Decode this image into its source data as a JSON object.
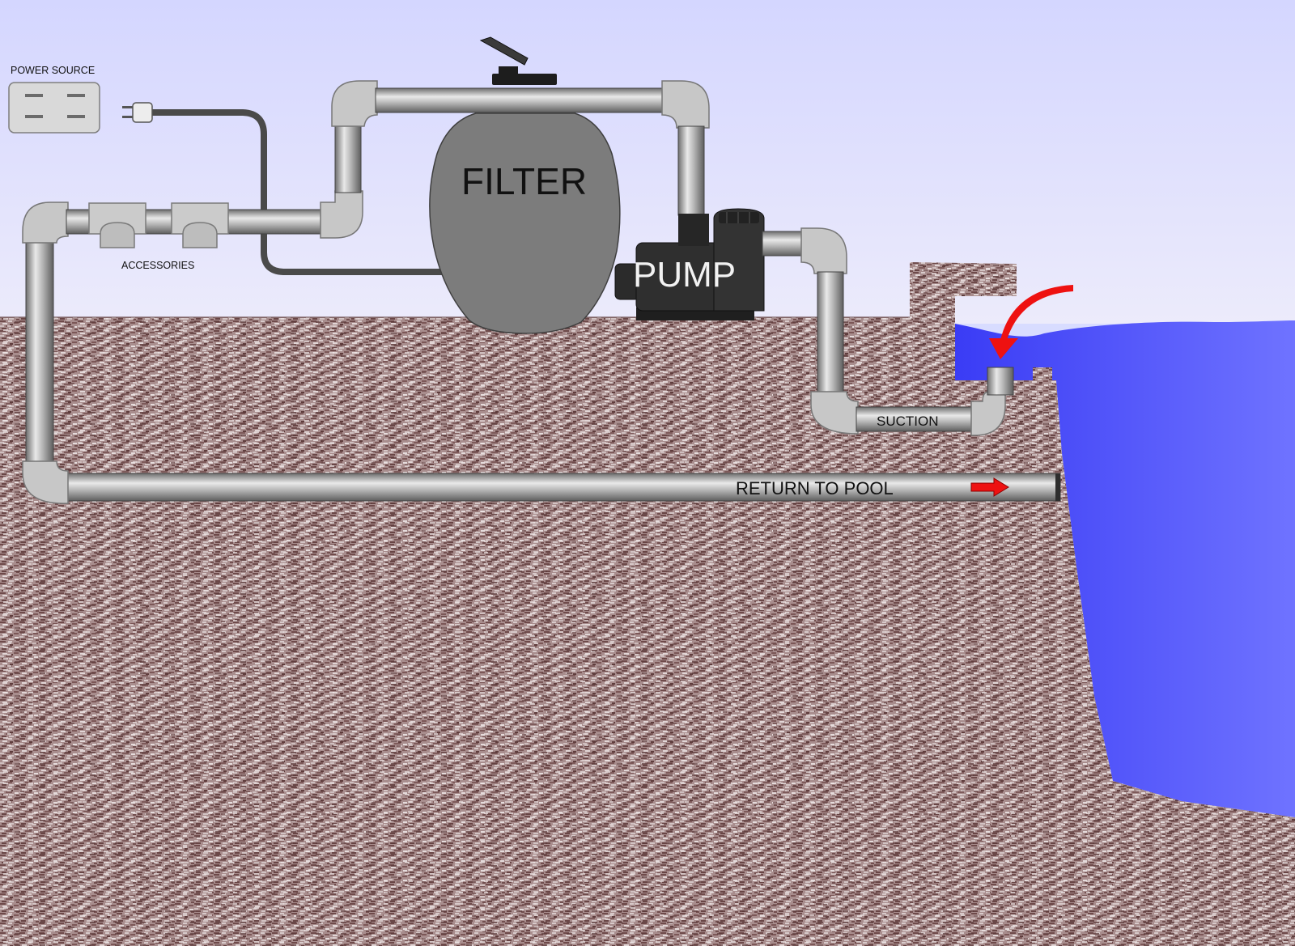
{
  "labels": {
    "power_source": "POWER SOURCE",
    "accessories": "ACCESSORIES",
    "filter": "FILTER",
    "pump": "PUMP",
    "suction": "SUCTION",
    "return_to_pool": "RETURN TO POOL"
  },
  "icons": {
    "outlet": "power-outlet-icon",
    "plug": "electric-plug-icon",
    "flow_arrow": "flow-arrow-icon"
  },
  "colors": {
    "sky_top": "#d4d6ff",
    "sky_bottom": "#ecebfb",
    "soil": "#a88d8d",
    "soil_dark": "#6e4a4a",
    "soil_light": "#d8caca",
    "pipe": "#a9a9a9",
    "fitting": "#c8c8c8",
    "filter_tank": "#7c7c7c",
    "pump_body": "#2b2b2b",
    "water_light": "#6f73ff",
    "water_dark": "#3a3cf5",
    "arrow": "#ee1111"
  }
}
